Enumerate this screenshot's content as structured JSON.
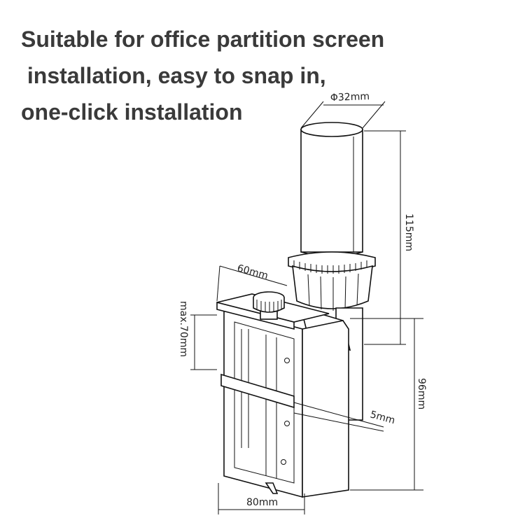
{
  "headline": {
    "line1": "Suitable for office partition screen",
    "line2": " installation, easy to snap in,",
    "line3": "one-click installation"
  },
  "dimensions": {
    "diameter": "Φ32mm",
    "pole_height": "115mm",
    "clamp_depth": "60mm",
    "max_opening": "max.70mm",
    "overall_height": "96mm",
    "lip_thickness": "5mm",
    "base_width": "80mm"
  }
}
